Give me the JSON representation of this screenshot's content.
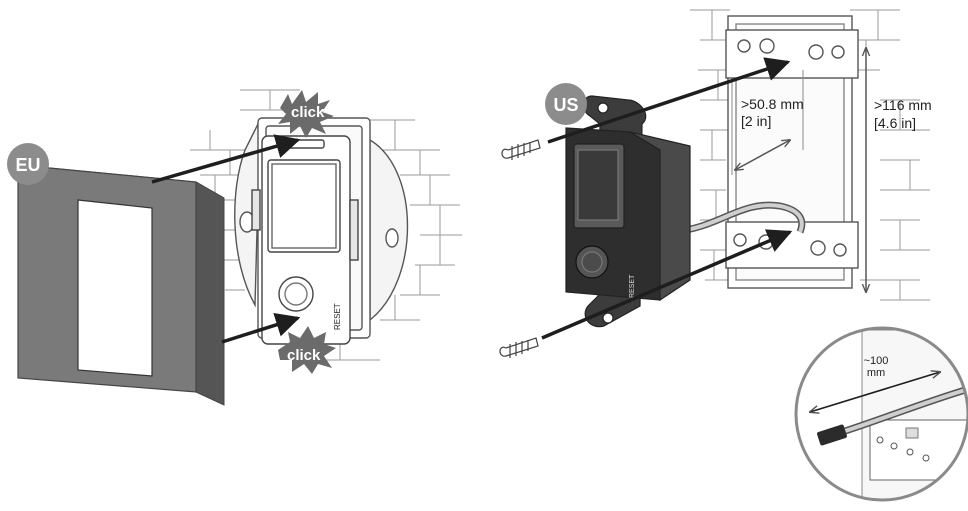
{
  "regions": {
    "eu": {
      "badge": "EU",
      "click_top": "click",
      "click_bottom": "click"
    },
    "us": {
      "badge": "US",
      "width_label_line1": ">50.8 mm",
      "width_label_line2": "[2 in]",
      "height_label_line1": ">116 mm",
      "height_label_line2": "[4.6 in]"
    }
  },
  "inset": {
    "cable_length_line1": "~100",
    "cable_length_line2": "mm"
  },
  "device": {
    "reset_label": "RESET"
  },
  "colors": {
    "badge_fill": "#8c8c8c",
    "frame_dark": "#6f6f6f",
    "device_dark": "#3a3a3a",
    "line": "#555555",
    "brick": "#9a9a9a",
    "arrow": "#1e1e1e"
  }
}
